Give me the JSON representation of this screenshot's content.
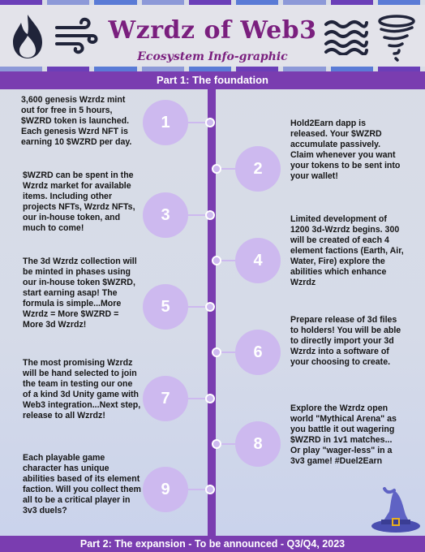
{
  "header": {
    "title": "Wzrdz of Web3",
    "subtitle": "Ecosystem Info-graphic"
  },
  "parts": {
    "part1": "Part 1: The foundation",
    "part2": "Part 2: The expansion - To be announced - Q3/Q4, 2023"
  },
  "icons": [
    "fire-icon",
    "wind-icon",
    "water-icon",
    "tornado-icon",
    "wizard-hat-icon"
  ],
  "colors": {
    "accent": "#7a3db0",
    "title": "#7a1f7e",
    "node": "#cdb9ef"
  },
  "steps": [
    {
      "num": "1",
      "side": "left",
      "text": "3,600 genesis Wzrdz mint out for free in 5 hours, $WZRD token is launched. Each genesis Wzrd NFT is earning 10 $WZRD per day."
    },
    {
      "num": "2",
      "side": "right",
      "text": "Hold2Earn dapp is released. Your $WZRD accumulate passively. Claim whenever you want your tokens to be sent into your wallet!"
    },
    {
      "num": "3",
      "side": "left",
      "text": "$WZRD can be spent in the Wzrdz market for available items. Including other projects NFTs, Wzrdz NFTs, our in-house token, and much to come!"
    },
    {
      "num": "4",
      "side": "right",
      "text": "Limited development of 1200 3d-Wzrdz begins. 300 will be created of each 4 element factions (Earth, Air, Water, Fire) explore the abilities which enhance Wzrdz"
    },
    {
      "num": "5",
      "side": "left",
      "text": "The 3d Wzrdz collection will be minted in phases using our in-house token $WZRD, start earning asap! The formula is simple...More Wzrdz = More $WZRD = More 3d Wzrdz!"
    },
    {
      "num": "6",
      "side": "right",
      "text": "Prepare release of 3d files to holders! You will be able to directly import your 3d Wzrdz into a software of your choosing to create."
    },
    {
      "num": "7",
      "side": "left",
      "text": "The most promising Wzrdz will be hand selected to join the team in testing our one of a kind 3d Unity game with Web3 integration...Next step, release to all Wzrdz!"
    },
    {
      "num": "8",
      "side": "right",
      "text": "Explore the Wzrdz open world \"Mythical Arena\" as you battle it out wagering $WZRD in 1v1 matches... Or play \"wager-less\" in a 3v3 game! #Duel2Earn"
    },
    {
      "num": "9",
      "side": "left",
      "text": "Each playable game character has unique abilities based of its element faction. Will you collect them all to be a critical player in 3v3 duels?"
    }
  ]
}
